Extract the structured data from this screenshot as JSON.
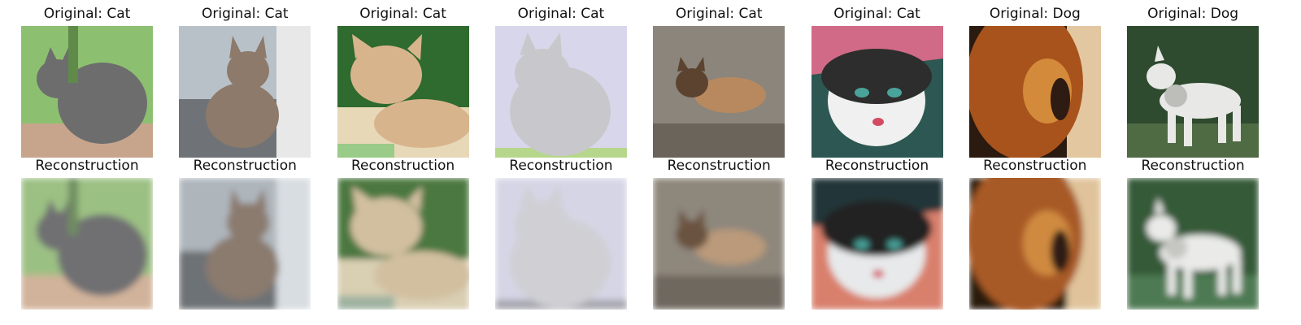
{
  "rows": [
    {
      "row": "originals",
      "items": [
        {
          "title": "Original: Cat",
          "scene": "gray tabby cat sitting on grass",
          "palette": {
            "bg": "#8cc070",
            "bg2": "#5f8a4a",
            "subject": "#6d6d6e",
            "accent": "#c7a58c"
          }
        },
        {
          "title": "Original: Cat",
          "scene": "gray kitten standing on floor",
          "palette": {
            "bg": "#b9c1c8",
            "bg2": "#6f7378",
            "subject": "#8d7a6b",
            "accent": "#e8e8e8"
          }
        },
        {
          "title": "Original: Cat",
          "scene": "orange cat lying on bed with green background",
          "palette": {
            "bg": "#2f6a2f",
            "bg2": "#e7d8b7",
            "subject": "#d8b48c",
            "accent": "#9acb89"
          }
        },
        {
          "title": "Original: Cat",
          "scene": "fluffy gray cat, light purple background",
          "palette": {
            "bg": "#d8d6ea",
            "bg2": "#b7b9c4",
            "subject": "#c8c8cc",
            "accent": "#b6d68c"
          }
        },
        {
          "title": "Original: Cat",
          "scene": "siamese cat lying on the ground",
          "palette": {
            "bg": "#8b857c",
            "bg2": "#6b645b",
            "subject": "#5c4330",
            "accent": "#b8895f"
          }
        },
        {
          "title": "Original: Cat",
          "scene": "colorful stylized cat face",
          "palette": {
            "bg": "#2d5752",
            "bg2": "#d06a86",
            "subject": "#f0f0f0",
            "accent": "#2d2d2d"
          }
        },
        {
          "title": "Original: Dog",
          "scene": "brown dog close up with face in profile",
          "palette": {
            "bg": "#2a1a10",
            "bg2": "#e2c7a0",
            "subject": "#a8531b",
            "accent": "#d38a3a"
          }
        },
        {
          "title": "Original: Dog",
          "scene": "white dog standing on grass",
          "palette": {
            "bg": "#2f4b2f",
            "bg2": "#4f6b44",
            "subject": "#e8e8e6",
            "accent": "#bdbdb9"
          }
        }
      ]
    },
    {
      "row": "reconstructions",
      "items": [
        {
          "title": "Reconstruction",
          "scene": "blurry gray cat on grass",
          "palette": {
            "bg": "#9bc083",
            "bg2": "#6f8d60",
            "subject": "#6f6f72",
            "accent": "#d1b29a"
          }
        },
        {
          "title": "Reconstruction",
          "scene": "blurry gray kitten",
          "palette": {
            "bg": "#aeb6bc",
            "bg2": "#6d7276",
            "subject": "#8b7a6e",
            "accent": "#d8dde1"
          }
        },
        {
          "title": "Reconstruction",
          "scene": "blurry light cat lying on bed",
          "palette": {
            "bg": "#4b7840",
            "bg2": "#d9cfb2",
            "subject": "#d2bfa0",
            "accent": "#9fb2a0"
          }
        },
        {
          "title": "Reconstruction",
          "scene": "blurry fluffy gray cat",
          "palette": {
            "bg": "#d6d5e6",
            "bg2": "#b4b6c2",
            "subject": "#cfcfd4",
            "accent": "#a6a6ae"
          }
        },
        {
          "title": "Reconstruction",
          "scene": "blurry siamese cat on ground",
          "palette": {
            "bg": "#8e877c",
            "bg2": "#6e675f",
            "subject": "#6a523f",
            "accent": "#ba9a7a"
          }
        },
        {
          "title": "Reconstruction",
          "scene": "blurry colorful cat face",
          "palette": {
            "bg": "#d9806d",
            "bg2": "#223438",
            "subject": "#e7e9ea",
            "accent": "#222222"
          }
        },
        {
          "title": "Reconstruction",
          "scene": "blurry brown dog profile",
          "palette": {
            "bg": "#2a1a10",
            "bg2": "#e0c39a",
            "subject": "#a85a25",
            "accent": "#d08a40"
          }
        },
        {
          "title": "Reconstruction",
          "scene": "blurry white dog on grass",
          "palette": {
            "bg": "#355a38",
            "bg2": "#4e7a52",
            "subject": "#eaeae8",
            "accent": "#c6c6c2"
          }
        }
      ]
    }
  ]
}
